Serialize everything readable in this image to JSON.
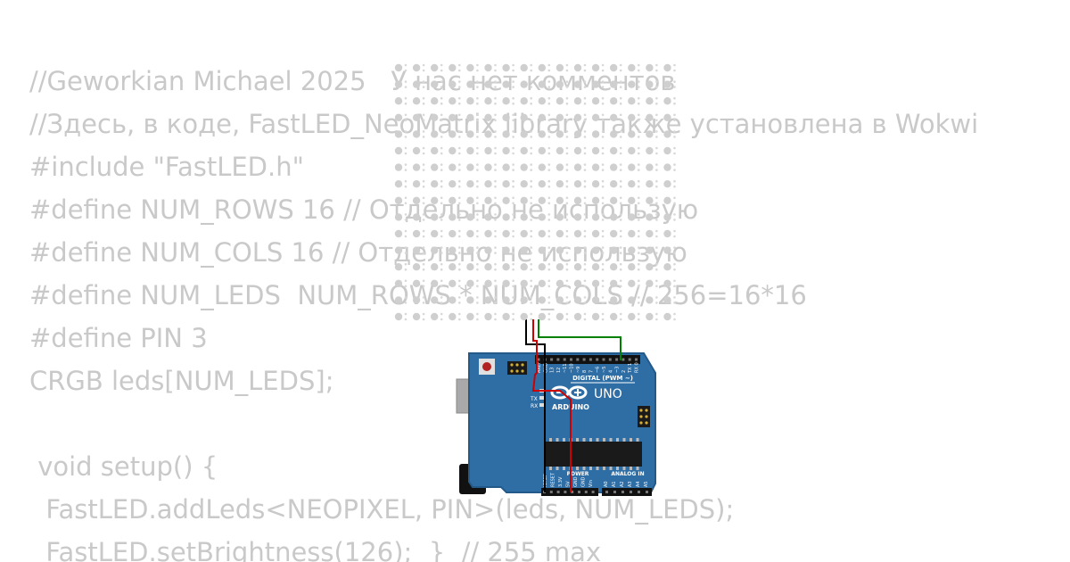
{
  "code_lines": [
    "//Geworkian Michael 2025   У нас нет комментов",
    "//Здесь, в коде, FastLED_NeoMatrix library также установлена в Wokwi",
    "#include \"FastLED.h\"",
    "#define NUM_ROWS 16 // Отдельно не использую",
    "#define NUM_COLS 16 // Отдельно не использую",
    "#define NUM_LEDS  NUM_ROWS * NUM_COLS // 256=16*16",
    "#define PIN 3",
    "CRGB leds[NUM_LEDS];",
    "",
    " void setup() {",
    "  FastLED.addLeds<NEOPIXEL, PIN>(leds, NUM_LEDS);",
    "  FastLED.setBrightness(126);  }  // 255 max"
  ],
  "matrix": {
    "rows": 16,
    "cols": 16
  },
  "board": {
    "brand": "ARDUINO",
    "model": "UNO",
    "digital_label": "DIGITAL (PWM ~)",
    "power_label": "POWER",
    "analog_label": "ANALOG IN",
    "tx_label": "TX",
    "rx_label": "RX",
    "top_pins": [
      "AREF",
      "GND",
      "13",
      "12",
      "~11",
      "~10",
      "~9",
      "8",
      "7",
      "~6",
      "~5",
      "4",
      "~3",
      "2",
      "TX 1",
      "RX 0"
    ],
    "power_pins": [
      "IOREF",
      "RESET",
      "3.3V",
      "5V",
      "GND",
      "GND",
      "Vin"
    ],
    "analog_pins": [
      "A0",
      "A1",
      "A2",
      "A3",
      "A4",
      "A5"
    ]
  },
  "colors": {
    "code_text": "#c9c9c9",
    "board": "#2f6ea5",
    "board_edge": "#245a8a",
    "led": "#cfcfcf",
    "wire_gnd": "#000000",
    "wire_5v": "#cc0000",
    "wire_data": "#008000"
  }
}
